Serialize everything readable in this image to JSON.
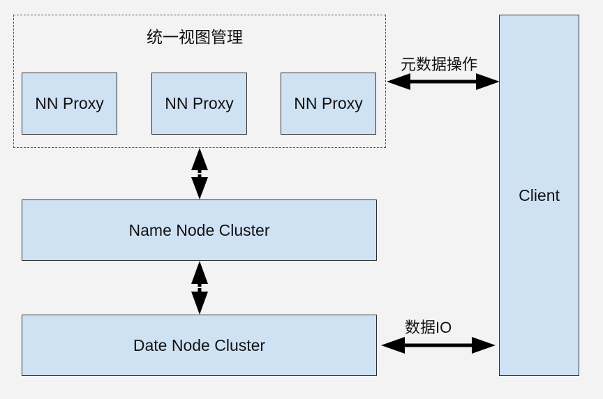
{
  "group": {
    "title": "统一视图管理",
    "proxies": [
      {
        "label": "NN Proxy"
      },
      {
        "label": "NN Proxy"
      },
      {
        "label": "NN Proxy"
      }
    ]
  },
  "name_node": {
    "label": "Name Node Cluster"
  },
  "data_node": {
    "label": "Date Node Cluster"
  },
  "client": {
    "label": "Client"
  },
  "edges": {
    "metadata_label": "元数据操作",
    "data_io_label": "数据IO"
  }
}
